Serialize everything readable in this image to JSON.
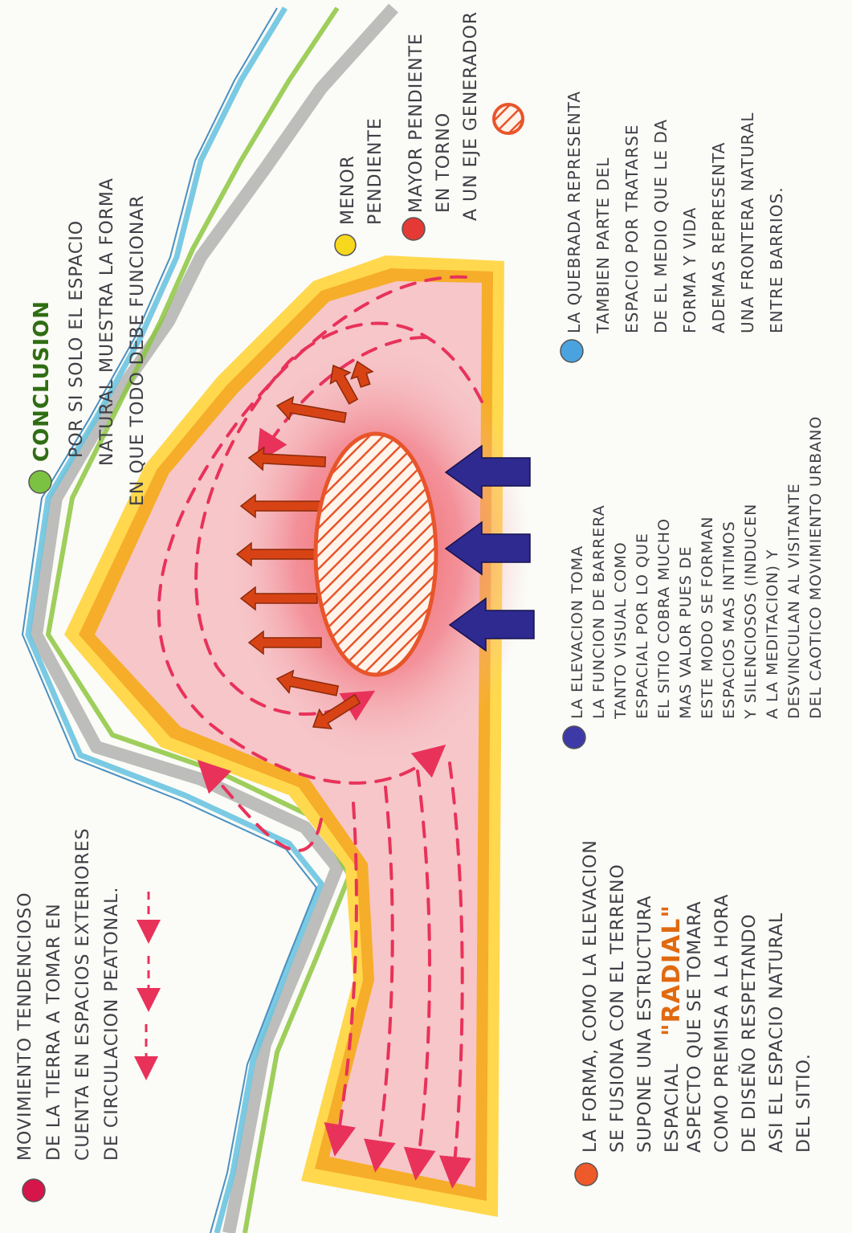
{
  "colors": {
    "paper": "#fbfbf7",
    "ink": "#3f3f46",
    "pink_fill": "#f6c6c9",
    "orange_border": "#f5a623",
    "yellow_border": "#ffd84d",
    "core_red": "#ef5350",
    "hatch_orange": "#e8552a",
    "arrow_orange": "#d84315",
    "arrow_blue": "#2e2a8f",
    "flow_red": "#e8325a",
    "line_blue": "#6cc4e0",
    "line_green": "#8dc63f",
    "line_grey": "#8a8a8a"
  },
  "legend": {
    "movement": {
      "bullet_color": "#d6154a",
      "icon": "small-dashed-arrows-icon",
      "lines": [
        "MOVIMIENTO TENDENCIOSO",
        "DE LA TIERRA A TOMAR EN",
        "CUENTA EN ESPACIOS EXTERIORES",
        "DE CIRCULACION PEATONAL."
      ]
    },
    "conclusion": {
      "bullet_color": "#7cc242",
      "title": "CONCLUSION",
      "lines": [
        "POR SI SOLO EL ESPACIO",
        "NATURAL MUESTRA LA FORMA",
        "EN QUE TODO DEBE FUNCIONAR"
      ]
    },
    "menor": {
      "bullet_color": "#f8d81c",
      "lines": [
        "MENOR",
        "PENDIENTE"
      ]
    },
    "mayor": {
      "bullet_color": "#e53935",
      "lines": [
        "MAYOR PENDIENTE",
        "EN TORNO",
        "A UN EJE GENERADOR"
      ]
    },
    "radial": {
      "bullet_color": "#ef5a2a",
      "lines": [
        "LA FORMA, COMO LA ELEVACION",
        "SE FUSIONA CON EL TERRENO",
        "SUPONE UNA ESTRUCTURA",
        "ESPACIAL"
      ],
      "emphasis": "\"RADIAL\"",
      "paragraph": [
        "ASPECTO QUE SE TOMARA",
        "COMO PREMISA A LA HORA",
        "DE DISEÑO RESPETANDO",
        "ASI EL ESPACIO NATURAL",
        "DEL SITIO."
      ]
    },
    "elevacion": {
      "bullet_color": "#3d3aa8",
      "lines": [
        "LA ELEVACION TOMA",
        "LA FUNCION DE BARRERA",
        "TANTO VISUAL COMO",
        "ESPACIAL POR LO QUE",
        "EL SITIO COBRA MUCHO",
        "MAS VALOR PUES DE",
        "ESTE MODO SE FORMAN",
        "ESPACIOS MAS INTIMOS",
        "Y SILENCIOSOS (INDUCEN",
        "A LA MEDITACION) Y",
        "DESVINCULAN AL VISITANTE",
        "DEL CAOTICO MOVIMIENTO URBANO"
      ]
    },
    "quebrada": {
      "bullet_color": "#4aa3df",
      "lines": [
        "LA QUEBRADA REPRESENTA",
        "TAMBIEN PARTE DEL",
        "ESPACIO POR TRATARSE",
        "DE EL MEDIO QUE LE DA",
        "FORMA Y VIDA",
        "ADEMAS REPRESENTA",
        "UNA FRONTERA NATURAL",
        "ENTRE BARRIOS."
      ]
    }
  }
}
